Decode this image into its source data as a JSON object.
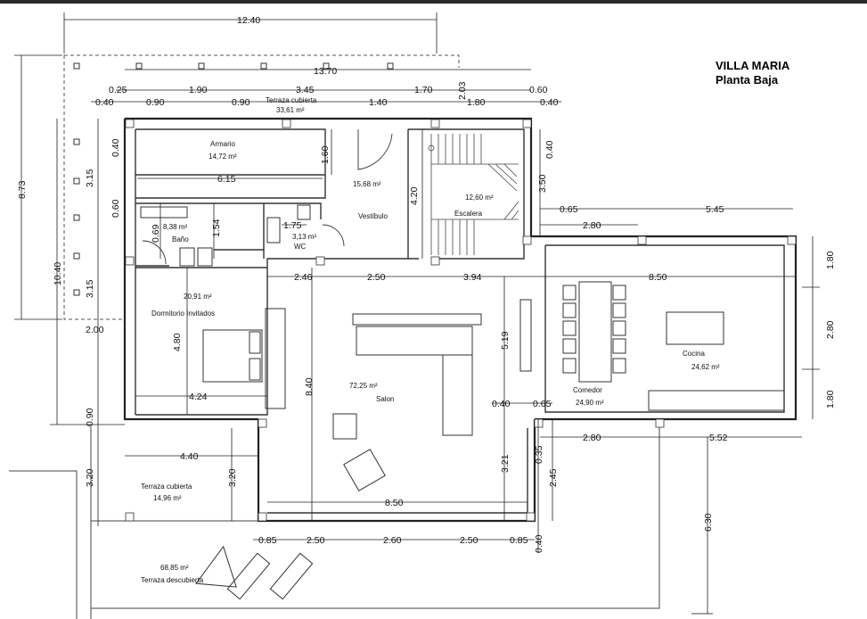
{
  "title": {
    "line1": "VILLA MARIA",
    "line2": "Planta Baja"
  },
  "rooms": [
    {
      "id": "terraza-cubierta-n",
      "name": "Terraza cubierta",
      "area": "33,61 m²"
    },
    {
      "id": "armario",
      "name": "Armario",
      "area": "14,72 m²"
    },
    {
      "id": "vestibulo",
      "name": "Vestíbulo",
      "area": "15,68 m²"
    },
    {
      "id": "escalera",
      "name": "Escalera",
      "area": "12,60 m²"
    },
    {
      "id": "bano",
      "name": "Baño",
      "area": "8,38 m²"
    },
    {
      "id": "wc",
      "name": "WC",
      "area": "3,13 m²"
    },
    {
      "id": "dormitorio",
      "name": "Dormitorio Invitados",
      "area": "20,91 m²"
    },
    {
      "id": "salon",
      "name": "Salon",
      "area": "72,25 m²"
    },
    {
      "id": "comedor",
      "name": "Comedor",
      "area": "24,90 m²"
    },
    {
      "id": "cocina",
      "name": "Cocina",
      "area": "24,62 m²"
    },
    {
      "id": "terraza-cubierta-s",
      "name": "Terraza cubierta",
      "area": "14,96 m²"
    },
    {
      "id": "terraza-descubierta",
      "name": "Terraza descubierta",
      "area": "68,85 m²"
    }
  ],
  "dimensions": {
    "top_overall": "12.40",
    "top_house": "13.70",
    "top_row1": [
      "0.25",
      "1.90",
      "3.45",
      "1.70",
      "2.03",
      "0.60"
    ],
    "top_row2": [
      "0.40",
      "0.90",
      "0.90",
      "1.40",
      "1.80",
      "0.40"
    ],
    "left_overall": [
      "8.73",
      "10.40"
    ],
    "left_segments": [
      "0.40",
      "3.15",
      "0.60",
      "3.15",
      "0.90",
      "3.20"
    ],
    "interior": [
      "1.60",
      "6.15",
      "4.20",
      "3.50",
      "0.40",
      "0.69",
      "1.54",
      "1.75",
      "2.46",
      "2.50",
      "3.94",
      "8.50",
      "2.00",
      "4.80",
      "4.24",
      "8.40",
      "5.19",
      "0.40",
      "0.65",
      "3.21",
      "4.40",
      "3.20",
      "8.50",
      "0.35",
      "2.45"
    ],
    "right_upper": [
      "0.65",
      "2.80",
      "5.45"
    ],
    "right_side": [
      "1.80",
      "2.80",
      "1.80"
    ],
    "right_lower": [
      "2.80",
      "5.52",
      "6.30"
    ],
    "bottom_row": [
      "0.85",
      "2.50",
      "2.60",
      "2.50",
      "0.85",
      "0.40"
    ]
  }
}
